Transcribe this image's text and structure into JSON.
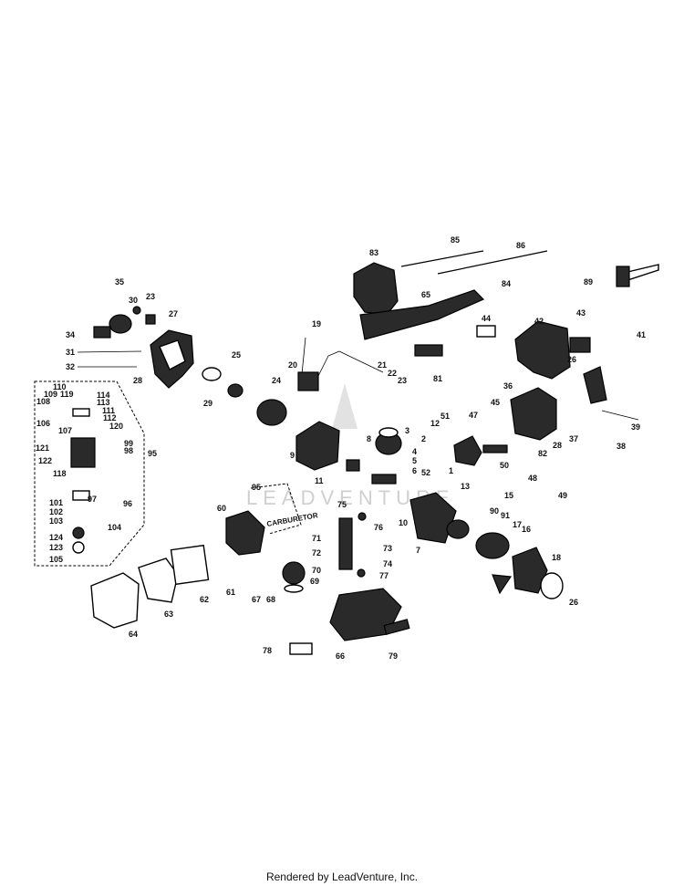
{
  "footer_text": "Rendered by LeadVenture, Inc.",
  "watermark_text": "LEADVENTURE",
  "carb_label": "CARBURETOR",
  "callouts": [
    "35",
    "30",
    "23",
    "27",
    "34",
    "31",
    "32",
    "28",
    "25",
    "29",
    "24",
    "19",
    "20",
    "21",
    "22",
    "23",
    "83",
    "85",
    "86",
    "84",
    "89",
    "42",
    "43",
    "41",
    "44",
    "26",
    "36",
    "45",
    "47",
    "12",
    "51",
    "11",
    "8",
    "2",
    "3",
    "4",
    "5",
    "6",
    "52",
    "50",
    "48",
    "49",
    "13",
    "18",
    "15",
    "90",
    "91",
    "17",
    "16",
    "26",
    "110",
    "109",
    "114",
    "108",
    "119",
    "113",
    "111",
    "112",
    "120",
    "106",
    "107",
    "99",
    "98",
    "95",
    "121",
    "122",
    "118",
    "97",
    "96",
    "101",
    "102",
    "103",
    "104",
    "124",
    "123",
    "105",
    "60",
    "95",
    "64",
    "63",
    "62",
    "61",
    "67",
    "68",
    "69",
    "70",
    "71",
    "72",
    "73",
    "74",
    "75",
    "76",
    "77",
    "78",
    "66",
    "79",
    "7",
    "10",
    "39",
    "38",
    "37",
    "82",
    "28",
    "9",
    "1",
    "81",
    "65"
  ]
}
